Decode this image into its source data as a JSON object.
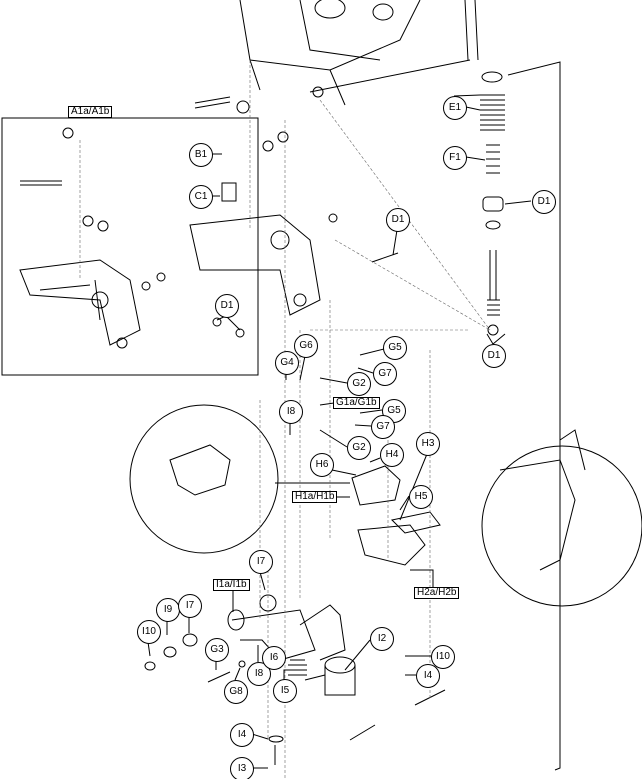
{
  "callouts": {
    "A1": "A1a/A1b",
    "B1": "B1",
    "C1": "C1",
    "D1": "D1",
    "E1": "E1",
    "F1": "F1",
    "G1": "G1a/G1b",
    "G2": "G2",
    "G3": "G3",
    "G4": "G4",
    "G5": "G5",
    "G6": "G6",
    "G7": "G7",
    "G8": "G8",
    "H1": "H1a/H1b",
    "H2": "H2a/H2b",
    "H3": "H3",
    "H4": "H4",
    "H5": "H5",
    "H6": "H6",
    "I1": "I1a/I1b",
    "I2": "I2",
    "I3": "I3",
    "I4": "I4",
    "I5": "I5",
    "I6": "I6",
    "I7": "I7",
    "I8": "I8",
    "I9": "I9",
    "I10": "I10"
  },
  "colors": {
    "line": "#000000",
    "background": "#ffffff",
    "hidden_line": "#666666"
  }
}
